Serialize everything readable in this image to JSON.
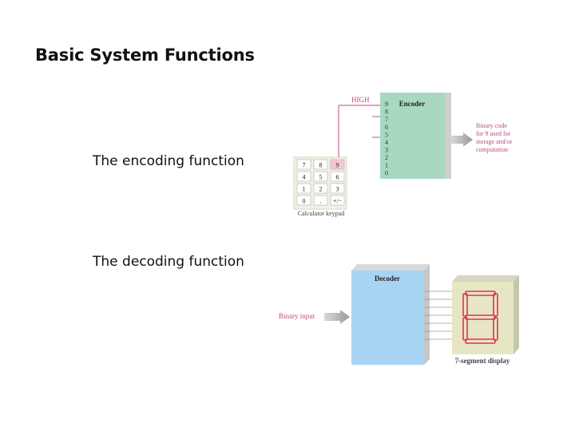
{
  "slide": {
    "title": "Basic System Functions",
    "bullets": [
      "The encoding function",
      "The decoding function"
    ]
  },
  "encoder_diagram": {
    "high_label": "HIGH",
    "block_label": "Encoder",
    "input_numbers": [
      "9",
      "8",
      "7",
      "6",
      "5",
      "4",
      "3",
      "2",
      "1",
      "0"
    ],
    "output_text": [
      "Binary code",
      "for 9 used for",
      "storage and/or",
      "computation"
    ],
    "keypad_keys": [
      "7",
      "8",
      "9",
      "4",
      "5",
      "6",
      "1",
      "2",
      "3",
      "0",
      ".",
      "+/−"
    ],
    "keypad_label": "Calculator keypad",
    "pressed_key": "9"
  },
  "decoder_diagram": {
    "block_label": "Decoder",
    "input_label": "Binary input",
    "display_label": "7-segment display",
    "displayed_digit": "8"
  },
  "colors": {
    "encoder_fill": "#a8d8c0",
    "decoder_fill": "#a8d4f4",
    "accent_pink": "#c04a82",
    "segment_red": "#e03050",
    "display_fill": "#e6e6c4"
  }
}
